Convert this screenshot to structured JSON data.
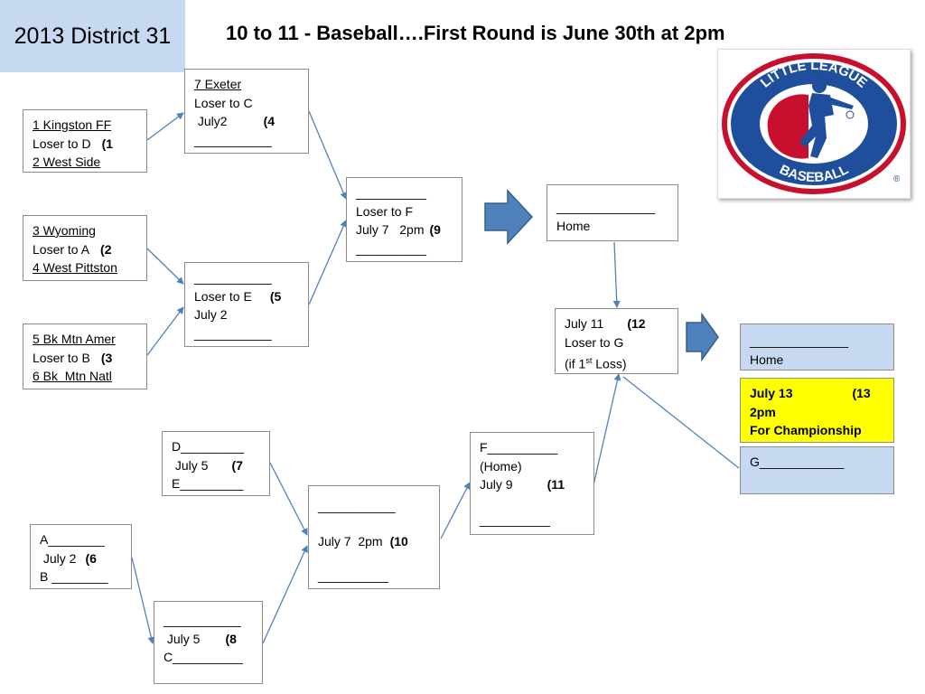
{
  "header": {
    "district": "2013 District 31",
    "title": "10 to 11 - Baseball….First Round is June 30th at 2pm"
  },
  "logo": {
    "top_text": "LITTLE LEAGUE",
    "bottom_text": "BASEBALL",
    "mark": "®"
  },
  "games": {
    "g1": {
      "team1": "1 Kingston FF",
      "loser": "Loser to D",
      "num": "(1",
      "team2": "2 West Side"
    },
    "g2": {
      "team1": "3 Wyoming",
      "loser": "Loser to A",
      "num": "(2",
      "team2": "4 West Pittston"
    },
    "g3": {
      "team1": "5 Bk Mtn Amer",
      "loser": "Loser to B",
      "num": "(3",
      "team2": "6 Bk  Mtn Natl"
    },
    "g4": {
      "team1": "7 Exeter",
      "loser": "Loser to C",
      "date": " July2",
      "num": "(4",
      "blank": "___________"
    },
    "g5": {
      "blank1": "___________",
      "loser": "Loser to E",
      "num": "(5",
      "date": "July 2",
      "blank2": "___________"
    },
    "g9": {
      "blank1": "__________",
      "loser": "Loser to F",
      "date": "July 7   2pm",
      "num": "(9",
      "blank2": "__________"
    },
    "home1": {
      "blank": "______________",
      "label": "Home"
    },
    "g12": {
      "date": "July 11",
      "num": "(12",
      "loser": "Loser to G",
      "cond_pre": "(if 1",
      "cond_sup": "st",
      "cond_post": " Loss)"
    },
    "home2": {
      "blank": "______________",
      "label": "Home"
    },
    "champ": {
      "date": "July 13",
      "num": "(13",
      "time": "2pm",
      "label": "For Championship"
    },
    "g_slot": {
      "text": "G____________"
    },
    "g6": {
      "slot1": "A________",
      "date": " July 2",
      "num": "(6",
      "slot2": "B ________"
    },
    "g7": {
      "slot1": "D_________",
      "date": " July 5",
      "num": "(7",
      "slot2": "E_________"
    },
    "g8": {
      "blank": "___________",
      "date": " July 5",
      "num": "(8",
      "slot2": "C__________"
    },
    "g10": {
      "blank1": "___________",
      "date": "July 7  2pm",
      "num": "(10",
      "blank2": "__________"
    },
    "g11": {
      "slot1": "F__________",
      "home": "(Home)",
      "date": "July 9",
      "num": "(11",
      "blank": "__________"
    }
  },
  "colors": {
    "accent_blue": "#c6d9f1",
    "champion_yellow": "#ffff00",
    "connector": "#4f81bd",
    "arrow_fill": "#4f81bd"
  }
}
